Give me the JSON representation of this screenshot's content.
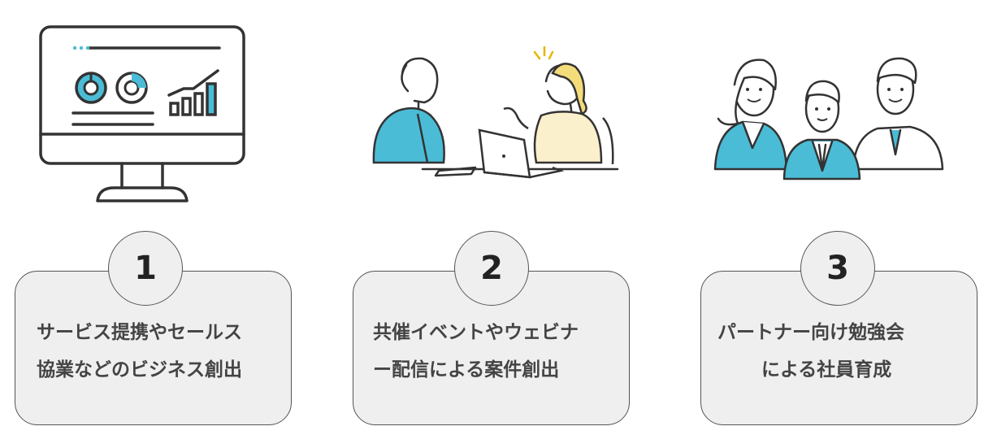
{
  "features": [
    {
      "illustration": "monitor-dashboard-icon",
      "number": "1",
      "lines": [
        "サービス提携やセールス",
        "協業などのビジネス創出"
      ]
    },
    {
      "illustration": "business-meeting-icon",
      "number": "2",
      "lines": [
        "共催イベントやウェビナ",
        "ー配信による案件創出"
      ]
    },
    {
      "illustration": "team-members-icon",
      "number": "3",
      "lines": [
        "パートナー向け勉強会",
        "による社員育成"
      ]
    }
  ],
  "colors": {
    "accent": "#4bbcd6",
    "stroke": "#333333",
    "card": "#efefef",
    "dots": "#f4dc7a"
  }
}
